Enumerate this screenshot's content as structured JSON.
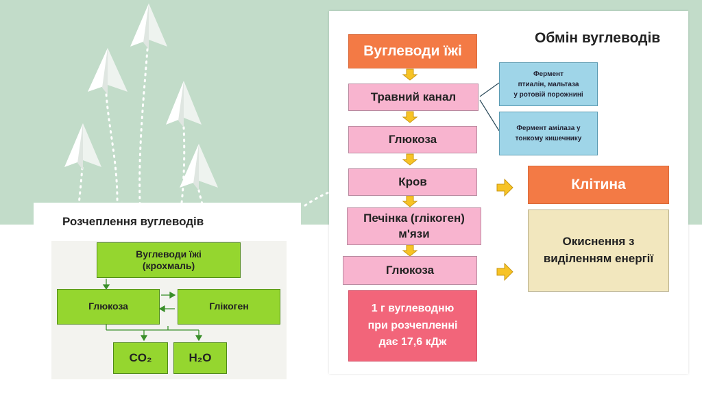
{
  "right_diagram": {
    "title": "Обмін вуглеводів",
    "food": "Вуглеводи їжі",
    "tract": "Травний канал",
    "glucose1": "Глюкоза",
    "blood": "Кров",
    "liver": "Печінка (глікоген)\nм'язи",
    "glucose2": "Глюкоза",
    "energy_note": "1 г вуглеводню\nпри розчепленні\nдає 17,6 кДж",
    "enzyme1": "Фермент\nптиалін, мальтаза\nу ротовій порожнині",
    "enzyme2": "Фермент амілаза у\nтонкому кишечнику",
    "cell": "Клітина",
    "oxidation": "Окиснення з\nвиділенням енергії"
  },
  "left_diagram": {
    "title": "Розчеплення вуглеводів",
    "food": "Вуглеводи їжі\n(крохмаль)",
    "glucose": "Глюкоза",
    "glycogen": "Глікоген",
    "co2": "CO₂",
    "h2o": "H₂O"
  },
  "colors": {
    "background_green": "#c2dcc9",
    "orange": "#f37a45",
    "pink": "#f8b4cf",
    "light_blue": "#9fd5e8",
    "tan": "#f2e7be",
    "red": "#f2657a",
    "lime": "#95d62f",
    "yellow_arrow": "#f7c325"
  }
}
